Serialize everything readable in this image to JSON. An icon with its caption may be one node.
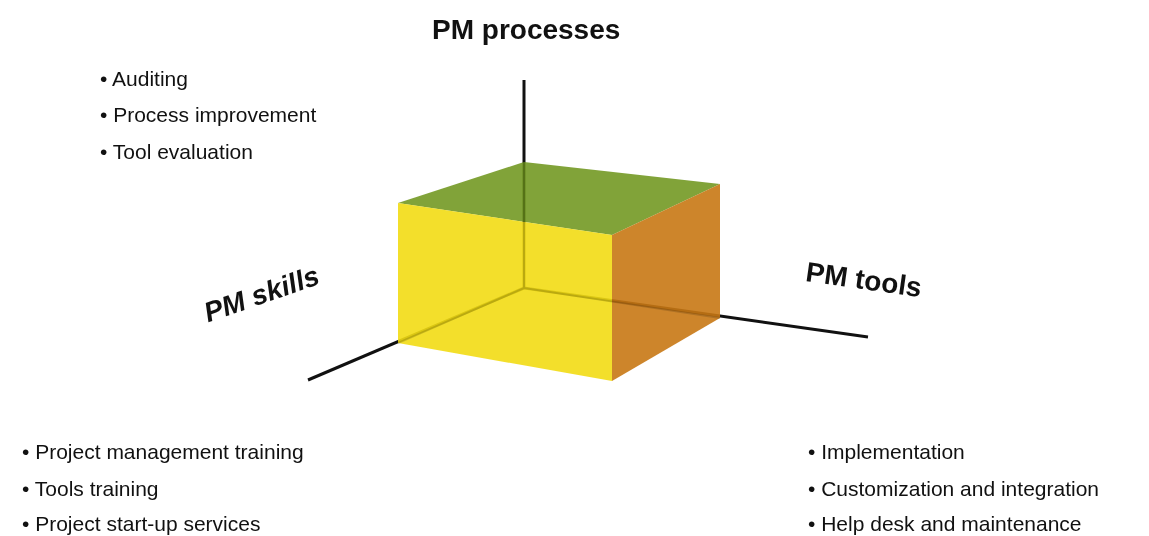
{
  "diagram": {
    "labels": [
      "PM processes",
      "• Auditing",
      "• Process improvement",
      "• Tool evaluation",
      "PM tools",
      "PM skills",
      "• Project management training",
      "• Tools training",
      "• Project start-up services",
      "• Implementation",
      "• Customization and integration",
      "• Help desk and maintenance"
    ]
  }
}
